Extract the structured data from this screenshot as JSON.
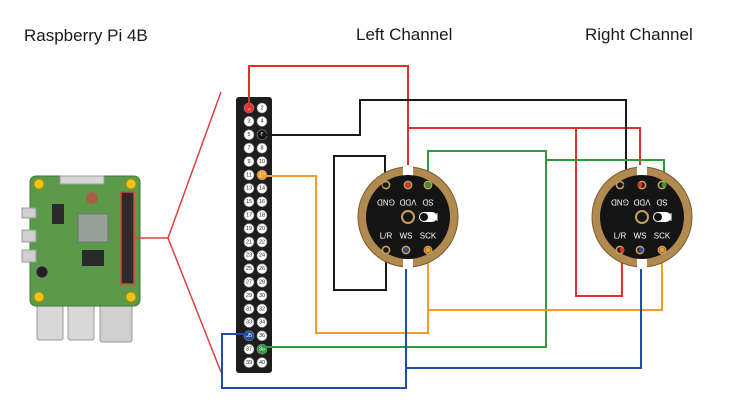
{
  "titles": {
    "pi": "Raspberry Pi 4B",
    "left_mic": "Left Channel",
    "right_mic": "Right Channel"
  },
  "header": {
    "pins": [
      "1",
      "2",
      "3",
      "4",
      "5",
      "6",
      "7",
      "8",
      "9",
      "10",
      "11",
      "12",
      "13",
      "14",
      "15",
      "16",
      "17",
      "18",
      "19",
      "20",
      "21",
      "22",
      "23",
      "24",
      "25",
      "26",
      "27",
      "28",
      "29",
      "30",
      "31",
      "32",
      "33",
      "34",
      "35",
      "36",
      "37",
      "38",
      "39",
      "40"
    ],
    "highlighted": [
      {
        "pin": "1",
        "color": "#e53935"
      },
      {
        "pin": "6",
        "color": "#111111"
      },
      {
        "pin": "12",
        "color": "#f39c2b"
      },
      {
        "pin": "35",
        "color": "#1f4fa0"
      },
      {
        "pin": "38",
        "color": "#2e9b3a"
      }
    ]
  },
  "microphone": {
    "top_labels": [
      "GND",
      "VDD",
      "SD"
    ],
    "bottom_labels": [
      "L/R",
      "WS",
      "SCK"
    ]
  },
  "wire_colors": {
    "vdd": "#e0312b",
    "gnd": "#1a1a1a",
    "sd": "#2e9b3a",
    "sck": "#f39c2b",
    "ws": "#1f4fa0",
    "callout": "#d9443a"
  }
}
